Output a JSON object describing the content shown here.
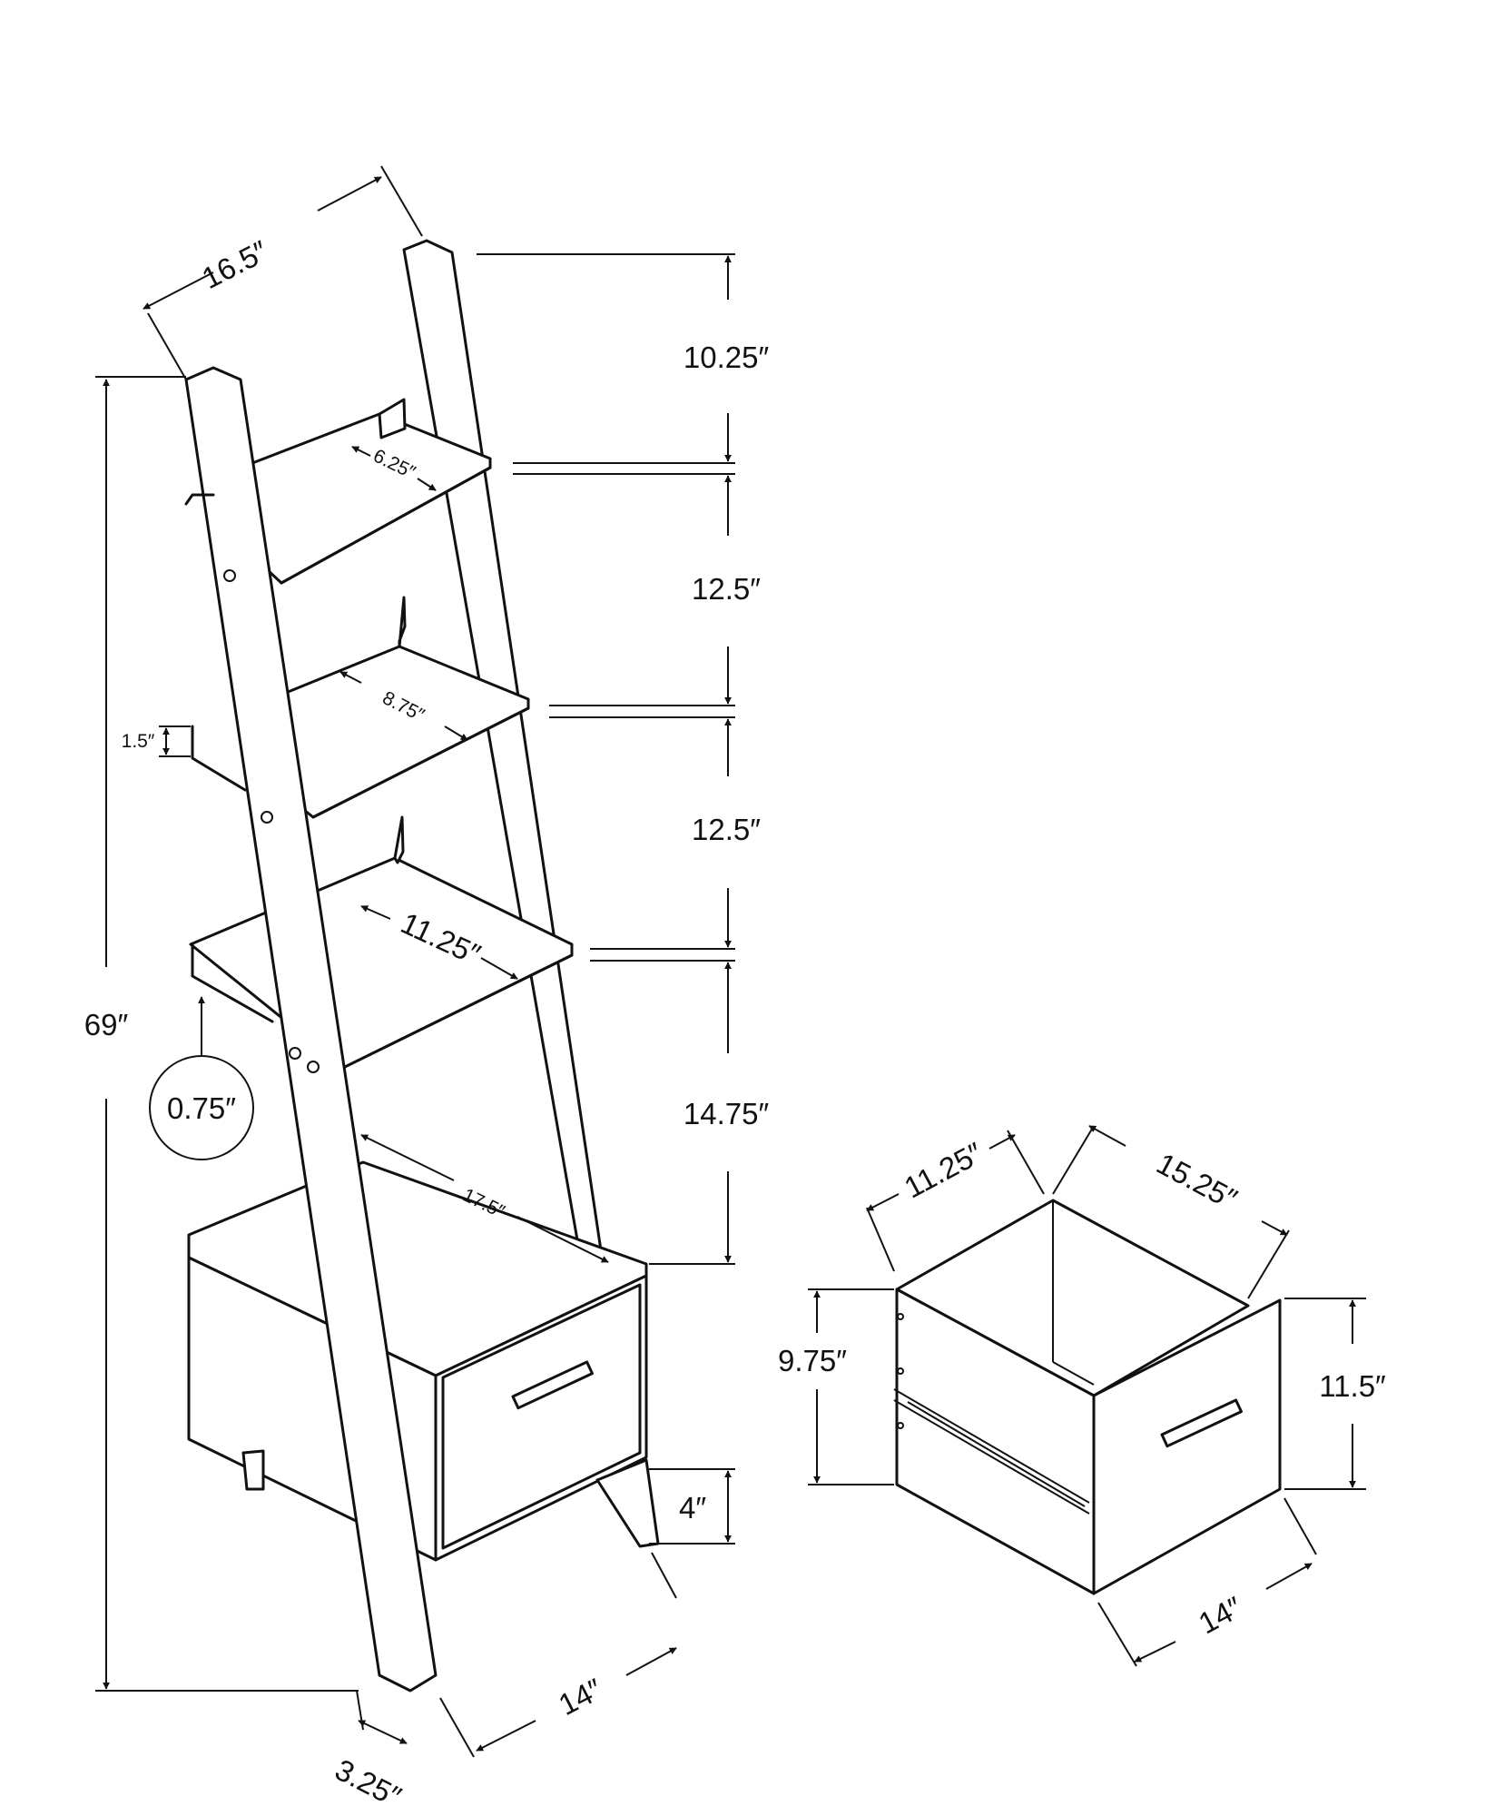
{
  "bookcase": {
    "width": "16.5″",
    "height": "69″",
    "top_gap": "10.25″",
    "gap_upper": "12.5″",
    "gap_middle": "12.5″",
    "gap_lower": "14.75″",
    "shelf_top_depth": "6.25″",
    "shelf_mid_depth": "8.75″",
    "shelf_low_depth": "11.25″",
    "lip_height": "1.5″",
    "thickness": "0.75″",
    "cabinet_top_depth": "17.5″",
    "leg_height": "4″",
    "base_width": "14″",
    "leg_depth": "3.25″"
  },
  "drawer": {
    "depth": "11.25″",
    "length": "15.25″",
    "inner_height": "9.75″",
    "front_height": "11.5″",
    "front_width": "14″"
  }
}
